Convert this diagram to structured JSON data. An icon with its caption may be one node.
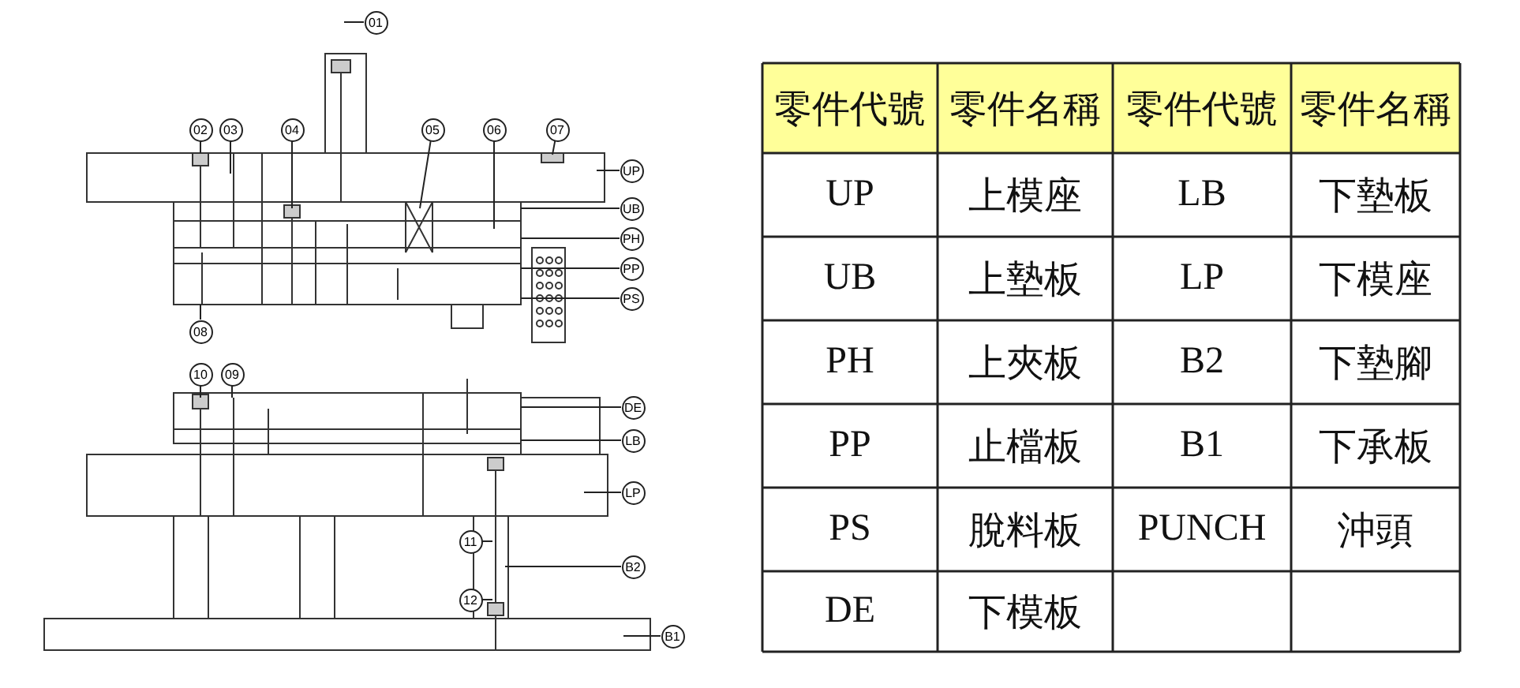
{
  "diagram": {
    "nodes": [
      {
        "text": [
          "01"
        ]
      },
      {
        "text": [
          "02"
        ]
      },
      {
        "text": [
          "03"
        ]
      },
      {
        "text": [
          "04"
        ]
      },
      {
        "text": [
          "05"
        ]
      },
      {
        "text": [
          "06"
        ]
      },
      {
        "text": [
          "07"
        ]
      },
      {
        "text": [
          "UP"
        ]
      },
      {
        "text": [
          "UB"
        ]
      },
      {
        "text": [
          "PH"
        ]
      },
      {
        "text": [
          "PP"
        ]
      },
      {
        "text": [
          "PS"
        ]
      },
      {
        "text": [
          "08"
        ]
      },
      {
        "text": [
          "10"
        ]
      },
      {
        "text": [
          "09"
        ]
      },
      {
        "text": [
          "DE"
        ]
      },
      {
        "text": [
          "LB"
        ]
      },
      {
        "text": [
          "LP"
        ]
      },
      {
        "text": [
          "11"
        ]
      },
      {
        "text": [
          "B2"
        ]
      },
      {
        "text": [
          "12"
        ]
      },
      {
        "text": [
          "B1"
        ]
      }
    ],
    "edges": [
      {
        "from": 0,
        "to": null,
        "arrow": "none"
      },
      {
        "from": 1,
        "to": null,
        "arrow": "none"
      },
      {
        "from": 2,
        "to": null,
        "arrow": "none"
      },
      {
        "from": 3,
        "to": null,
        "arrow": "none"
      },
      {
        "from": 4,
        "to": null,
        "arrow": "none"
      },
      {
        "from": 5,
        "to": null,
        "arrow": "none"
      },
      {
        "from": 6,
        "to": null,
        "arrow": "none"
      },
      {
        "from": 7,
        "to": null,
        "arrow": "none"
      },
      {
        "from": 8,
        "to": null,
        "arrow": "none"
      },
      {
        "from": 9,
        "to": null,
        "arrow": "none"
      },
      {
        "from": 10,
        "to": null,
        "arrow": "none"
      },
      {
        "from": 11,
        "to": null,
        "arrow": "none"
      },
      {
        "from": 12,
        "to": null,
        "arrow": "none"
      },
      {
        "from": 13,
        "to": null,
        "arrow": "none"
      },
      {
        "from": 14,
        "to": null,
        "arrow": "none"
      },
      {
        "from": 15,
        "to": null,
        "arrow": "none"
      },
      {
        "from": 16,
        "to": null,
        "arrow": "none"
      },
      {
        "from": 17,
        "to": null,
        "arrow": "none"
      },
      {
        "from": 18,
        "to": null,
        "arrow": "none"
      },
      {
        "from": 19,
        "to": null,
        "arrow": "none"
      },
      {
        "from": 20,
        "to": null,
        "arrow": "none"
      },
      {
        "from": 21,
        "to": null,
        "arrow": "none"
      }
    ],
    "labels": [
      "零件代號",
      "零件名稱",
      "零件代號",
      "零件名稱",
      "UP",
      "上模座",
      "LB",
      "下墊板",
      "UB",
      "上墊板",
      "LP",
      "下模座",
      "PH",
      "上夾板",
      "B2",
      "下墊腳",
      "PP",
      "止檔板",
      "B1",
      "下承板",
      "PS",
      "脫料板",
      "PUNCH",
      "沖頭",
      "DE",
      "下模板"
    ]
  }
}
